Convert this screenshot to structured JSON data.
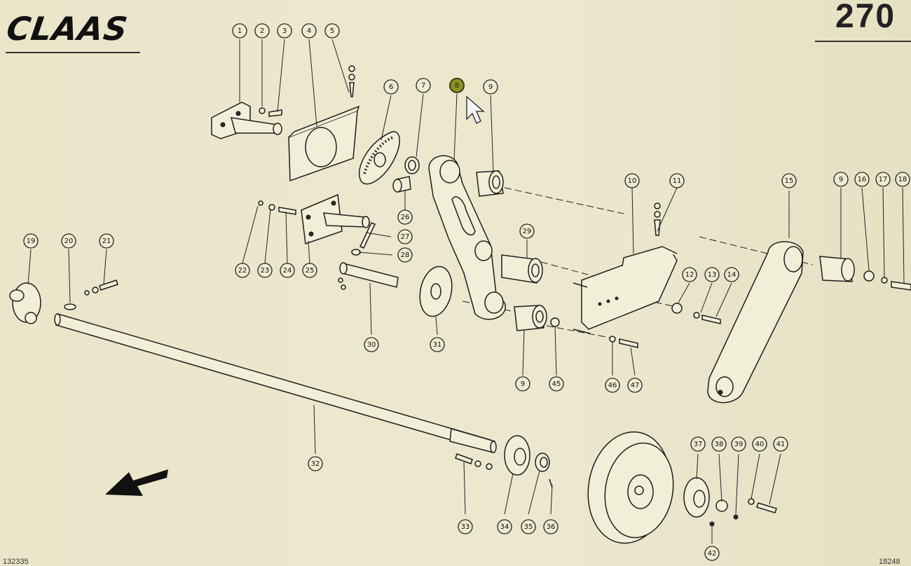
{
  "header": {
    "logo": "CLAAS",
    "page_number": "270"
  },
  "footer": {
    "left_code": "132335",
    "right_code": "18248"
  },
  "callouts": [
    {
      "id": "1"
    },
    {
      "id": "2"
    },
    {
      "id": "3"
    },
    {
      "id": "4"
    },
    {
      "id": "5"
    },
    {
      "id": "6"
    },
    {
      "id": "7"
    },
    {
      "id": "8",
      "highlighted": true
    },
    {
      "id": "9"
    },
    {
      "id": "26"
    },
    {
      "id": "27"
    },
    {
      "id": "28"
    },
    {
      "id": "29"
    },
    {
      "id": "22"
    },
    {
      "id": "23"
    },
    {
      "id": "24"
    },
    {
      "id": "25"
    },
    {
      "id": "19"
    },
    {
      "id": "20"
    },
    {
      "id": "21"
    },
    {
      "id": "10"
    },
    {
      "id": "11"
    },
    {
      "id": "12"
    },
    {
      "id": "13"
    },
    {
      "id": "14"
    },
    {
      "id": "15"
    },
    {
      "id": "9"
    },
    {
      "id": "16"
    },
    {
      "id": "17"
    },
    {
      "id": "18"
    },
    {
      "id": "30"
    },
    {
      "id": "31"
    },
    {
      "id": "9"
    },
    {
      "id": "45"
    },
    {
      "id": "46"
    },
    {
      "id": "47"
    },
    {
      "id": "32"
    },
    {
      "id": "33"
    },
    {
      "id": "34"
    },
    {
      "id": "35"
    },
    {
      "id": "36"
    },
    {
      "id": "37"
    },
    {
      "id": "38"
    },
    {
      "id": "39"
    },
    {
      "id": "40"
    },
    {
      "id": "41"
    },
    {
      "id": "42"
    }
  ],
  "colors": {
    "paper": "#ebe6ca",
    "ink": "#1e1e1e",
    "highlight": "#8e9120"
  },
  "icons": {
    "direction_arrow": "direction-arrow-icon",
    "cursor": "mouse-pointer-icon"
  }
}
